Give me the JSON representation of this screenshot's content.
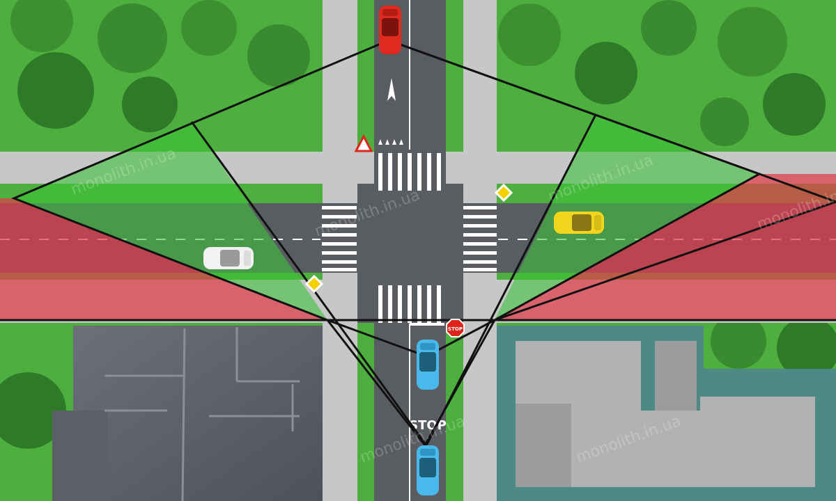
{
  "road_marking": {
    "stop_text": "STOP"
  },
  "stop_sign": {
    "text": "STOP"
  },
  "watermark": {
    "text": "monolith.in.ua"
  },
  "colors": {
    "grass": "#4caf3e",
    "asphalt": "#595c61",
    "sidewalk": "#c6c8c8",
    "visibility_green": "#3fc23a",
    "danger_red": "#e03b4a",
    "car_red": "#e02a1f",
    "car_yellow": "#f2d51e",
    "car_white": "#f2f2f2",
    "car_blue": "#49b8ea"
  },
  "vehicles": [
    {
      "id": "red",
      "color": "car_red",
      "heading": "up"
    },
    {
      "id": "yellow",
      "color": "car_yellow",
      "heading": "right"
    },
    {
      "id": "white",
      "color": "car_white",
      "heading": "right"
    },
    {
      "id": "blue-front",
      "color": "car_blue",
      "heading": "up"
    },
    {
      "id": "blue-rear",
      "color": "car_blue",
      "heading": "up"
    }
  ]
}
